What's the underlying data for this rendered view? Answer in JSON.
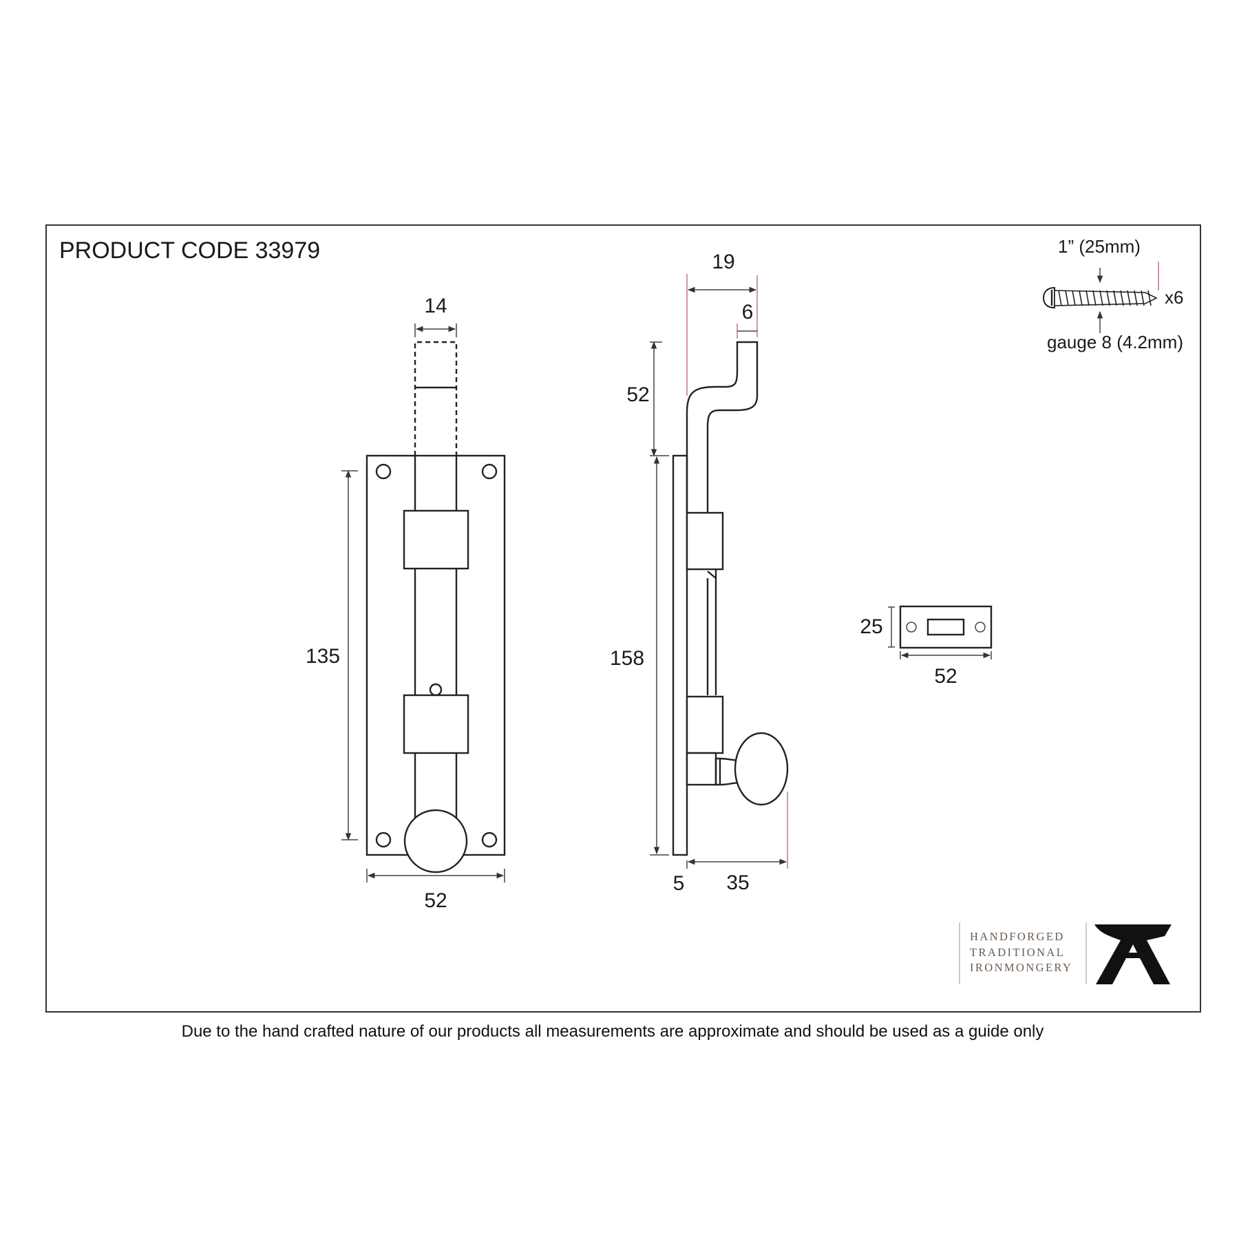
{
  "product_code": "PRODUCT CODE 33979",
  "dimensions": {
    "bolt_width": "14",
    "plate_height": "135",
    "plate_width": "52",
    "throw_offset": "19",
    "bolt_end": "6",
    "bolt_travel": "52",
    "overall_length": "158",
    "plate_thickness": "5",
    "projection": "35",
    "keep_height": "25",
    "keep_width": "52"
  },
  "screws": {
    "length": "1” (25mm)",
    "quantity": "x6",
    "gauge": "gauge 8 (4.2mm)"
  },
  "logo": {
    "line1": "HANDFORGED",
    "line2": "TRADITIONAL",
    "line3": "IRONMONGERY",
    "icon": "anvil-icon"
  },
  "disclaimer": "Due to the hand crafted nature of our products all measurements are approximate and should be used as a guide only",
  "colors": {
    "line": "#222222",
    "dimension_accent": "#b5626a",
    "logo_text": "#6b5a4e"
  }
}
